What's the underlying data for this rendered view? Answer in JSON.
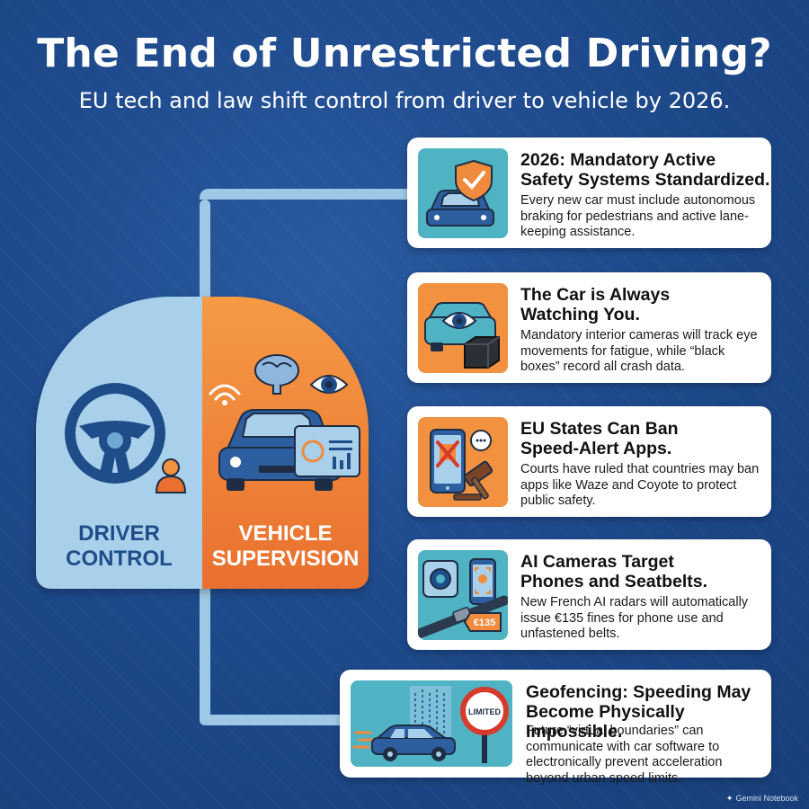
{
  "header": {
    "title": "The End of Unrestricted Driving?",
    "subtitle": "EU tech and law shift control from driver to vehicle by 2026."
  },
  "center": {
    "driver_label": "DRIVER\nCONTROL",
    "vehicle_label": "VEHICLE\nSUPERVISION"
  },
  "cards": [
    {
      "icon": "car-shield-check-icon",
      "heading": "2026: Mandatory Active\nSafety Systems Standardized.",
      "body": "Every new car must include autonomous braking for pedestrians and active lane-keeping assistance."
    },
    {
      "icon": "car-eye-blackbox-icon",
      "heading": "The Car is Always\nWatching You.",
      "body": "Mandatory interior cameras will track eye movements for fatigue, while “black boxes” record all crash data."
    },
    {
      "icon": "phone-gavel-icon",
      "heading": "EU States Can Ban\nSpeed-Alert Apps.",
      "body": "Courts have ruled that countries may ban apps like Waze and Coyote to protect public safety."
    },
    {
      "icon": "camera-phone-seatbelt-icon",
      "heading": "AI Cameras Target\nPhones and Seatbelts.",
      "body": "New French AI radars will automatically issue €135 fines for phone use and unfastened belts.",
      "fine_tag": "€135"
    },
    {
      "icon": "geofence-car-limited-sign-icon",
      "heading": "Geofencing: Speeding May\nBecome Physically Impossible.",
      "body": "Future “virtual boundaries” can communicate with car software to electronically prevent acceleration beyond urban speed limits.",
      "sign_text": "LIMITED"
    }
  ],
  "watermark": "Gemini Notebook",
  "colors": {
    "background": "#1e4a8c",
    "driver_panel": "#a8d0ea",
    "vehicle_panel": "#f08a3c",
    "track": "#9ec9e6",
    "teal_tile": "#4fb3c4",
    "orange_tile": "#f2913f"
  }
}
